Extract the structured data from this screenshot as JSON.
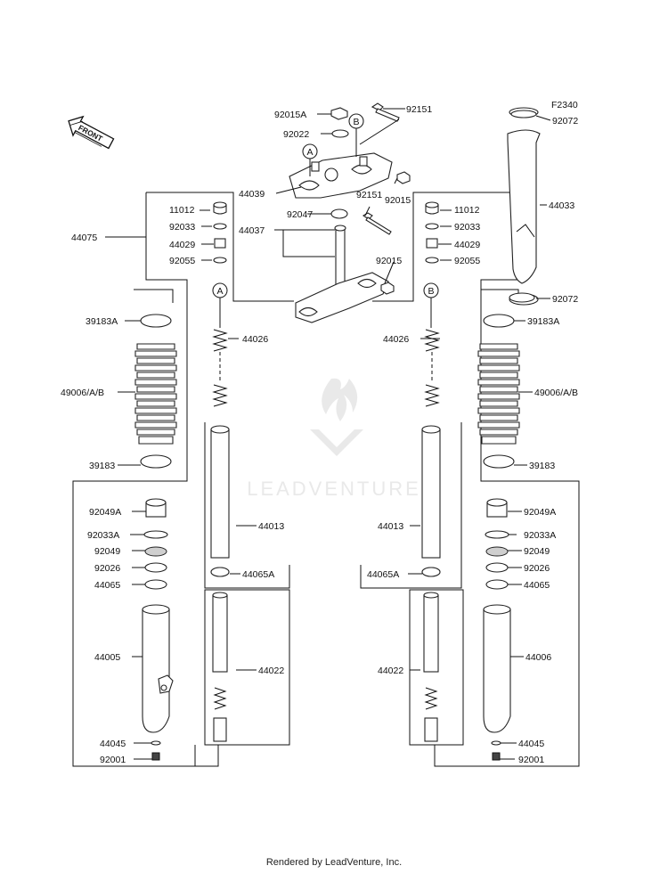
{
  "figure_code": "F2340",
  "front_label": "FRONT",
  "watermark": "LEADVENTURE",
  "footer": "Rendered by LeadVenture, Inc.",
  "refs": {
    "a": "A",
    "b": "B"
  },
  "parts": {
    "p92015A": "92015A",
    "p92151_top": "92151",
    "p92022": "92022",
    "p44039": "44039",
    "p92015_top": "92015",
    "p92151_mid": "92151",
    "p92047": "92047",
    "p44037": "44037",
    "p92015_mid": "92015",
    "p44075": "44075",
    "p11012_l": "11012",
    "p92033_l": "92033",
    "p44029_l": "44029",
    "p92055_l": "92055",
    "p11012_r": "11012",
    "p92033_r": "92033",
    "p44029_r": "44029",
    "p92055_r": "92055",
    "p92072_top": "92072",
    "p44033": "44033",
    "p92072_bot": "92072",
    "p39183A_l": "39183A",
    "p39183A_r": "39183A",
    "p44026_l": "44026",
    "p44026_r": "44026",
    "p49006_l": "49006/A/B",
    "p49006_r": "49006/A/B",
    "p39183_l": "39183",
    "p39183_r": "39183",
    "p92049A_l": "92049A",
    "p92049A_r": "92049A",
    "p44013_l": "44013",
    "p44013_r": "44013",
    "p92033A_l": "92033A",
    "p92033A_r": "92033A",
    "p92049_l": "92049",
    "p92049_r": "92049",
    "p92026_l": "92026",
    "p92026_r": "92026",
    "p44065A_l": "44065A",
    "p44065A_r": "44065A",
    "p44065_l": "44065",
    "p44065_r": "44065",
    "p44005": "44005",
    "p44006": "44006",
    "p44022_l": "44022",
    "p44022_r": "44022",
    "p44045_l": "44045",
    "p44045_r": "44045",
    "p92001_l": "92001",
    "p92001_r": "92001"
  }
}
